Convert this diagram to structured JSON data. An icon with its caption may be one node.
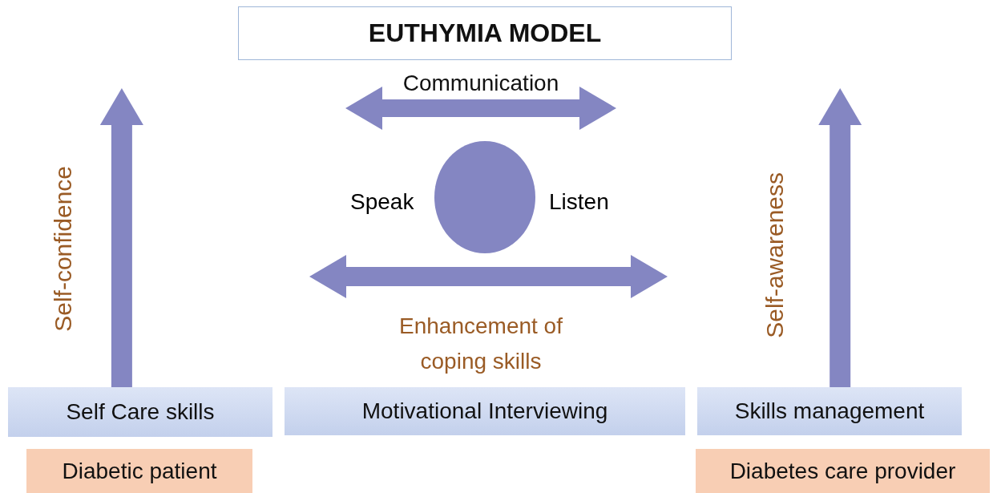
{
  "diagram": {
    "nodes": [
      {
        "text": [
          "EUTHYMIA MODEL"
        ]
      },
      {
        "text": [
          "Self Care skills"
        ]
      },
      {
        "text": [
          "Motivational Interviewing"
        ]
      },
      {
        "text": [
          "Skills management"
        ]
      },
      {
        "text": [
          "Diabetic patient"
        ]
      },
      {
        "text": [
          "Diabetes care  provider"
        ]
      },
      {
        "text": [],
        "shape": "circle",
        "beside": [
          "Speak",
          "Listen"
        ]
      }
    ],
    "edges": [
      {
        "from": 1,
        "to": null,
        "arrow": "to",
        "label": "Self-confidence"
      },
      {
        "from": 3,
        "to": null,
        "arrow": "to",
        "label": "Self-awareness"
      }
    ],
    "labels": [
      "Communication",
      "Enhancement of coping skills"
    ]
  }
}
